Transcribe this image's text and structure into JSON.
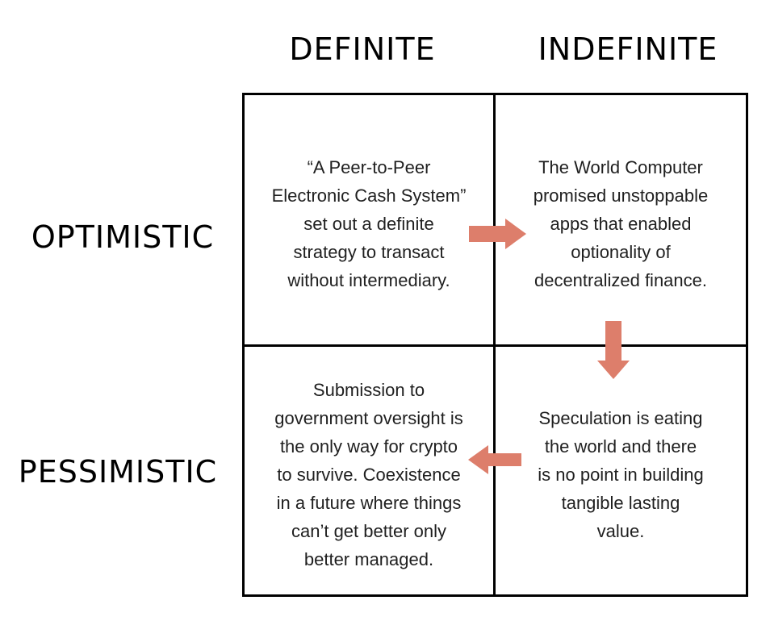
{
  "matrix": {
    "column_headers": [
      {
        "label": "DEFINITE"
      },
      {
        "label": "INDEFINITE"
      }
    ],
    "row_headers": [
      {
        "label": "OPTIMISTIC"
      },
      {
        "label": "PESSIMISTIC"
      }
    ],
    "cells": {
      "definite_optimistic": {
        "lines": [
          "“A Peer-to-Peer",
          "Electronic Cash System”",
          "set out a definite",
          "strategy to transact",
          "without intermediary."
        ]
      },
      "indefinite_optimistic": {
        "lines": [
          "The World Computer",
          "promised unstoppable",
          "apps that enabled",
          "optionality of",
          "decentralized finance."
        ]
      },
      "definite_pessimistic": {
        "lines": [
          "Submission to",
          "government oversight is",
          "the only way for crypto",
          "to survive. Coexistence",
          "in a future where things",
          "can’t get better only",
          "better managed."
        ]
      },
      "indefinite_pessimistic": {
        "lines": [
          "Speculation is eating",
          "the world and there",
          "is no point in building",
          "tangible lasting",
          "value."
        ]
      }
    },
    "arrows": [
      {
        "direction": "right",
        "from": "definite_optimistic",
        "to": "indefinite_optimistic"
      },
      {
        "direction": "down",
        "from": "indefinite_optimistic",
        "to": "indefinite_pessimistic"
      },
      {
        "direction": "left",
        "from": "indefinite_pessimistic",
        "to": "definite_pessimistic"
      }
    ],
    "colors": {
      "arrow": "#DD7E6B",
      "border": "#000000",
      "text": "#1f1f1f",
      "background": "#FFFFFF"
    }
  }
}
